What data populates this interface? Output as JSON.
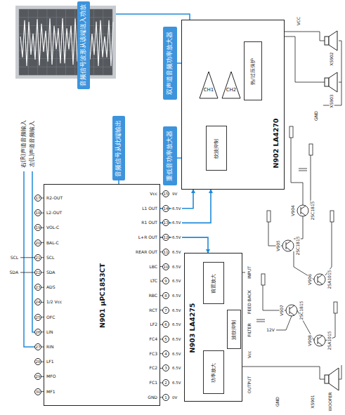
{
  "diagram": {
    "nodes": [
      {
        "text": [
          "N901 μPC1853CT"
        ]
      },
      {
        "text": [
          "N902 LA4270"
        ]
      },
      {
        "text": [
          "CH1"
        ],
        "in": 1
      },
      {
        "text": [
          "CH2"
        ],
        "in": 1
      },
      {
        "text": [
          "热/过压保护"
        ],
        "in": 1
      },
      {
        "text": [
          "纹波抑制"
        ],
        "in": 1
      },
      {
        "text": [
          "N903 LA4275"
        ]
      },
      {
        "text": [
          "前置放大"
        ],
        "in": 6
      },
      {
        "text": [
          "波纹抑制"
        ],
        "in": 6
      },
      {
        "text": [
          "功率放大"
        ],
        "in": 6
      },
      {
        "text": [
          "音频信号波形从该端送入功放"
        ]
      },
      {
        "text": [
          "双声道音频功率放大器"
        ]
      },
      {
        "text": [
          "音频信号从此端输出"
        ]
      },
      {
        "text": [
          "重低音功率放大器"
        ]
      }
    ],
    "edges": [
      {
        "from": 0,
        "to": 1,
        "arrow": "to"
      },
      {
        "from": 0,
        "to": 1,
        "arrow": "to"
      },
      {
        "from": 0,
        "to": 6,
        "arrow": "to"
      },
      {
        "from": 7,
        "to": 9,
        "arrow": "to"
      }
    ],
    "labels": [
      "R2-OUT",
      "L2-OUT",
      "VOL-C",
      "BAL-C",
      "SCL",
      "SDA",
      "ADS",
      "1/2 Vcc",
      "OFC",
      "LIN",
      "RIN",
      "LF1",
      "MFO",
      "MF1",
      "17",
      "18",
      "19",
      "20",
      "21",
      "22",
      "23",
      "24",
      "25",
      "26",
      "27",
      "28",
      "29",
      "30",
      "Vcc",
      "L1 OUT",
      "R1 OUT",
      "L+R OUT",
      "REAR OUT",
      "LBC",
      "LTC",
      "RBC",
      "RCT",
      "LF2",
      "FC4",
      "FC3",
      "FC2",
      "FC1",
      "GND",
      "15",
      "14",
      "13",
      "12",
      "11",
      "10",
      "9",
      "8",
      "7",
      "6",
      "5",
      "4",
      "3",
      "2",
      "1",
      "9V",
      "6.5V",
      "6.5V",
      "6.5V",
      "6.5V",
      "6.5V",
      "6.5V",
      "6.5V",
      "6.5V",
      "6.5V",
      "6.5V",
      "6.5V",
      "6.5V",
      "6.5V",
      "0V",
      "右(R)声道音频输入",
      "左(L)声道音频输入",
      "SCL",
      "SDA",
      "INPUT",
      "FEED BACK",
      "FILTER",
      "Vcc",
      "OUTPUT",
      "V904",
      "2SC1815",
      "V905",
      "2SC1815",
      "V906",
      "2SA1015",
      "V907",
      "2SC1815",
      "V908",
      "2SA1015",
      "XS902",
      "XS903",
      "XS901",
      "WOOFER",
      "12V",
      "VCC",
      "GND",
      "GND"
    ]
  }
}
